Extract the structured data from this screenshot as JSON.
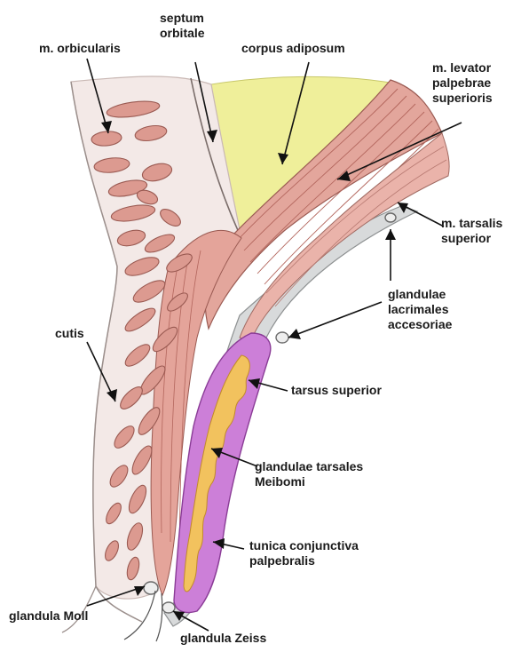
{
  "diagram": {
    "colors": {
      "background": "#ffffff",
      "skin": "#f3e9e7",
      "muscle": "#dc9a90",
      "muscle_stroke": "#9a5a52",
      "fat": "#efef9a",
      "tarsus": "#cc7fd8",
      "gland": "#f2c25e",
      "conjunctiva": "#d8dadb",
      "leader": "#111111"
    },
    "labels": {
      "m_orbicularis": "m. orbicularis",
      "septum_orbitale": "septum\norbitale",
      "corpus_adiposum": "corpus adiposum",
      "m_levator": "m. levator\npalpebrae\nsuperioris",
      "m_tarsalis": "m. tarsalis\nsuperior",
      "glandulae_lacrimales": "glandulae\nlacrimales\naccesoriae",
      "cutis": "cutis",
      "tarsus_superior": "tarsus superior",
      "glandulae_tarsales": "glandulae tarsales\nMeibomi",
      "tunica_conjunctiva": "tunica conjunctiva\npalpebralis",
      "glandula_moll": "glandula Moll",
      "glandula_zeiss": "glandula Zeiss"
    }
  }
}
